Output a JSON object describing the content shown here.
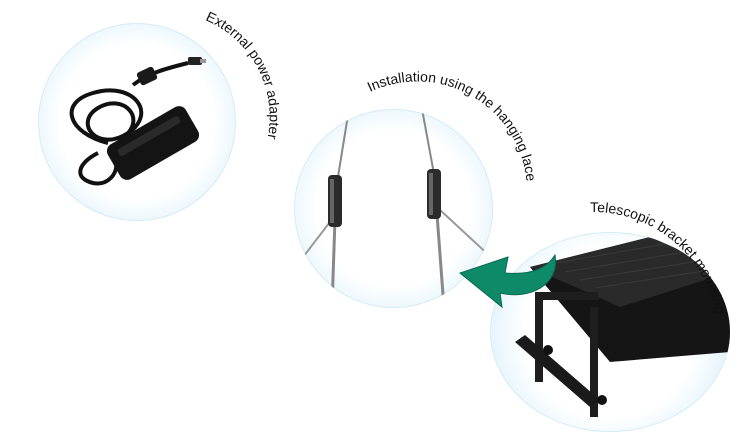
{
  "labels": {
    "adapter": "External power adapter",
    "hanging": "Installation using the hanging lace",
    "bracket": "Telescopic bracket mounting"
  },
  "colors": {
    "bubble_edge": "#bfe3f4",
    "arrow": "#0e8a68",
    "device": "#141414"
  }
}
